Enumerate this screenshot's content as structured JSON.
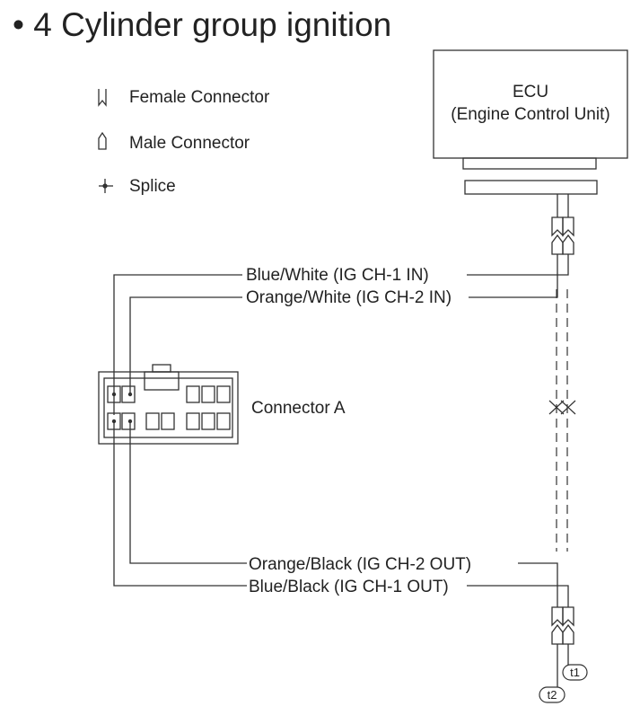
{
  "title": "• 4 Cylinder group ignition",
  "legend": {
    "female": "Female Connector",
    "male": "Male Connector",
    "splice": "Splice"
  },
  "ecu": {
    "line1": "ECU",
    "line2": "(Engine Control Unit)"
  },
  "wires": {
    "in1": "Blue/White (IG CH-1 IN)",
    "in2": "Orange/White (IG CH-2 IN)",
    "out2": "Orange/Black (IG CH-2 OUT)",
    "out1": "Blue/Black (IG CH-1 OUT)"
  },
  "connector_a": "Connector A",
  "terminals": {
    "t1": "t1",
    "t2": "t2"
  },
  "icons": [
    "female-connector-icon",
    "male-connector-icon",
    "splice-icon"
  ]
}
